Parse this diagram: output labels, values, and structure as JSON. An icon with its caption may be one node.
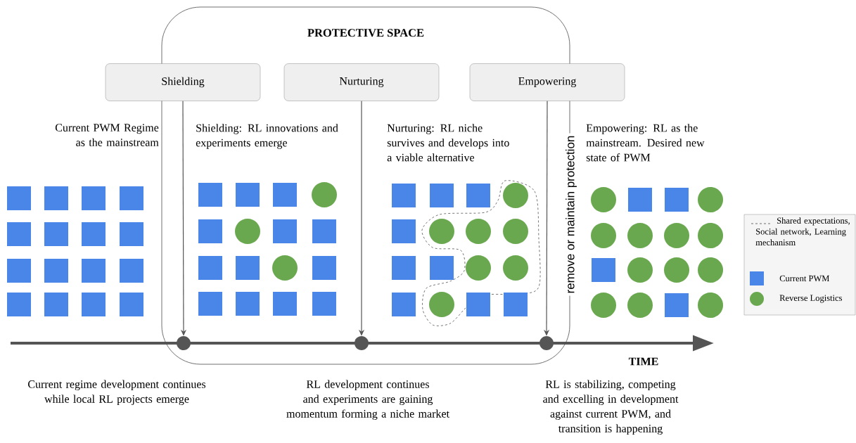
{
  "diagram": {
    "nodes": [
      {
        "text": [
          "PROTECTIVE SPACE"
        ]
      },
      {
        "text": [
          "Shielding"
        ]
      },
      {
        "text": [
          "Nurturing"
        ],
        "in": 0
      },
      {
        "text": [
          "Empowering"
        ]
      },
      {
        "text": [],
        "shape": "circle",
        "in": 0,
        "beside": [
          "Current regime development continues while local RL projects emerge"
        ]
      },
      {
        "text": [],
        "shape": "circle",
        "in": 0,
        "beside": [
          "RL development continues and experiments are gaining momentum forming a niche market"
        ]
      },
      {
        "text": [],
        "shape": "circle",
        "in": 0,
        "beside": [
          "RL is stabilizing, competing and excelling in development against current PWM, and transition is happening"
        ]
      }
    ],
    "edges": [
      {
        "from": 1,
        "to": 4,
        "arrow": "to"
      },
      {
        "from": 2,
        "to": 5,
        "arrow": "to"
      },
      {
        "from": 3,
        "to": 6,
        "arrow": "to"
      }
    ],
    "labels": [
      "Current PWM Regime as the mainstream",
      "Shielding: RL innovations and experiments emerge",
      "Nurturing: RL niche survives and develops into a viable alternative",
      "remove or maintain protection",
      "Empowering: RL as the mainstream. Desired new state of PWM",
      "TIME"
    ],
    "legend": [
      {
        "text": "Shared expectations, Social network, Learning mechanism"
      },
      {
        "text": "Current PWM",
        "color": "#4a86e8"
      },
      {
        "text": "Reverse Logistics",
        "color": "#6aa84f"
      }
    ]
  }
}
